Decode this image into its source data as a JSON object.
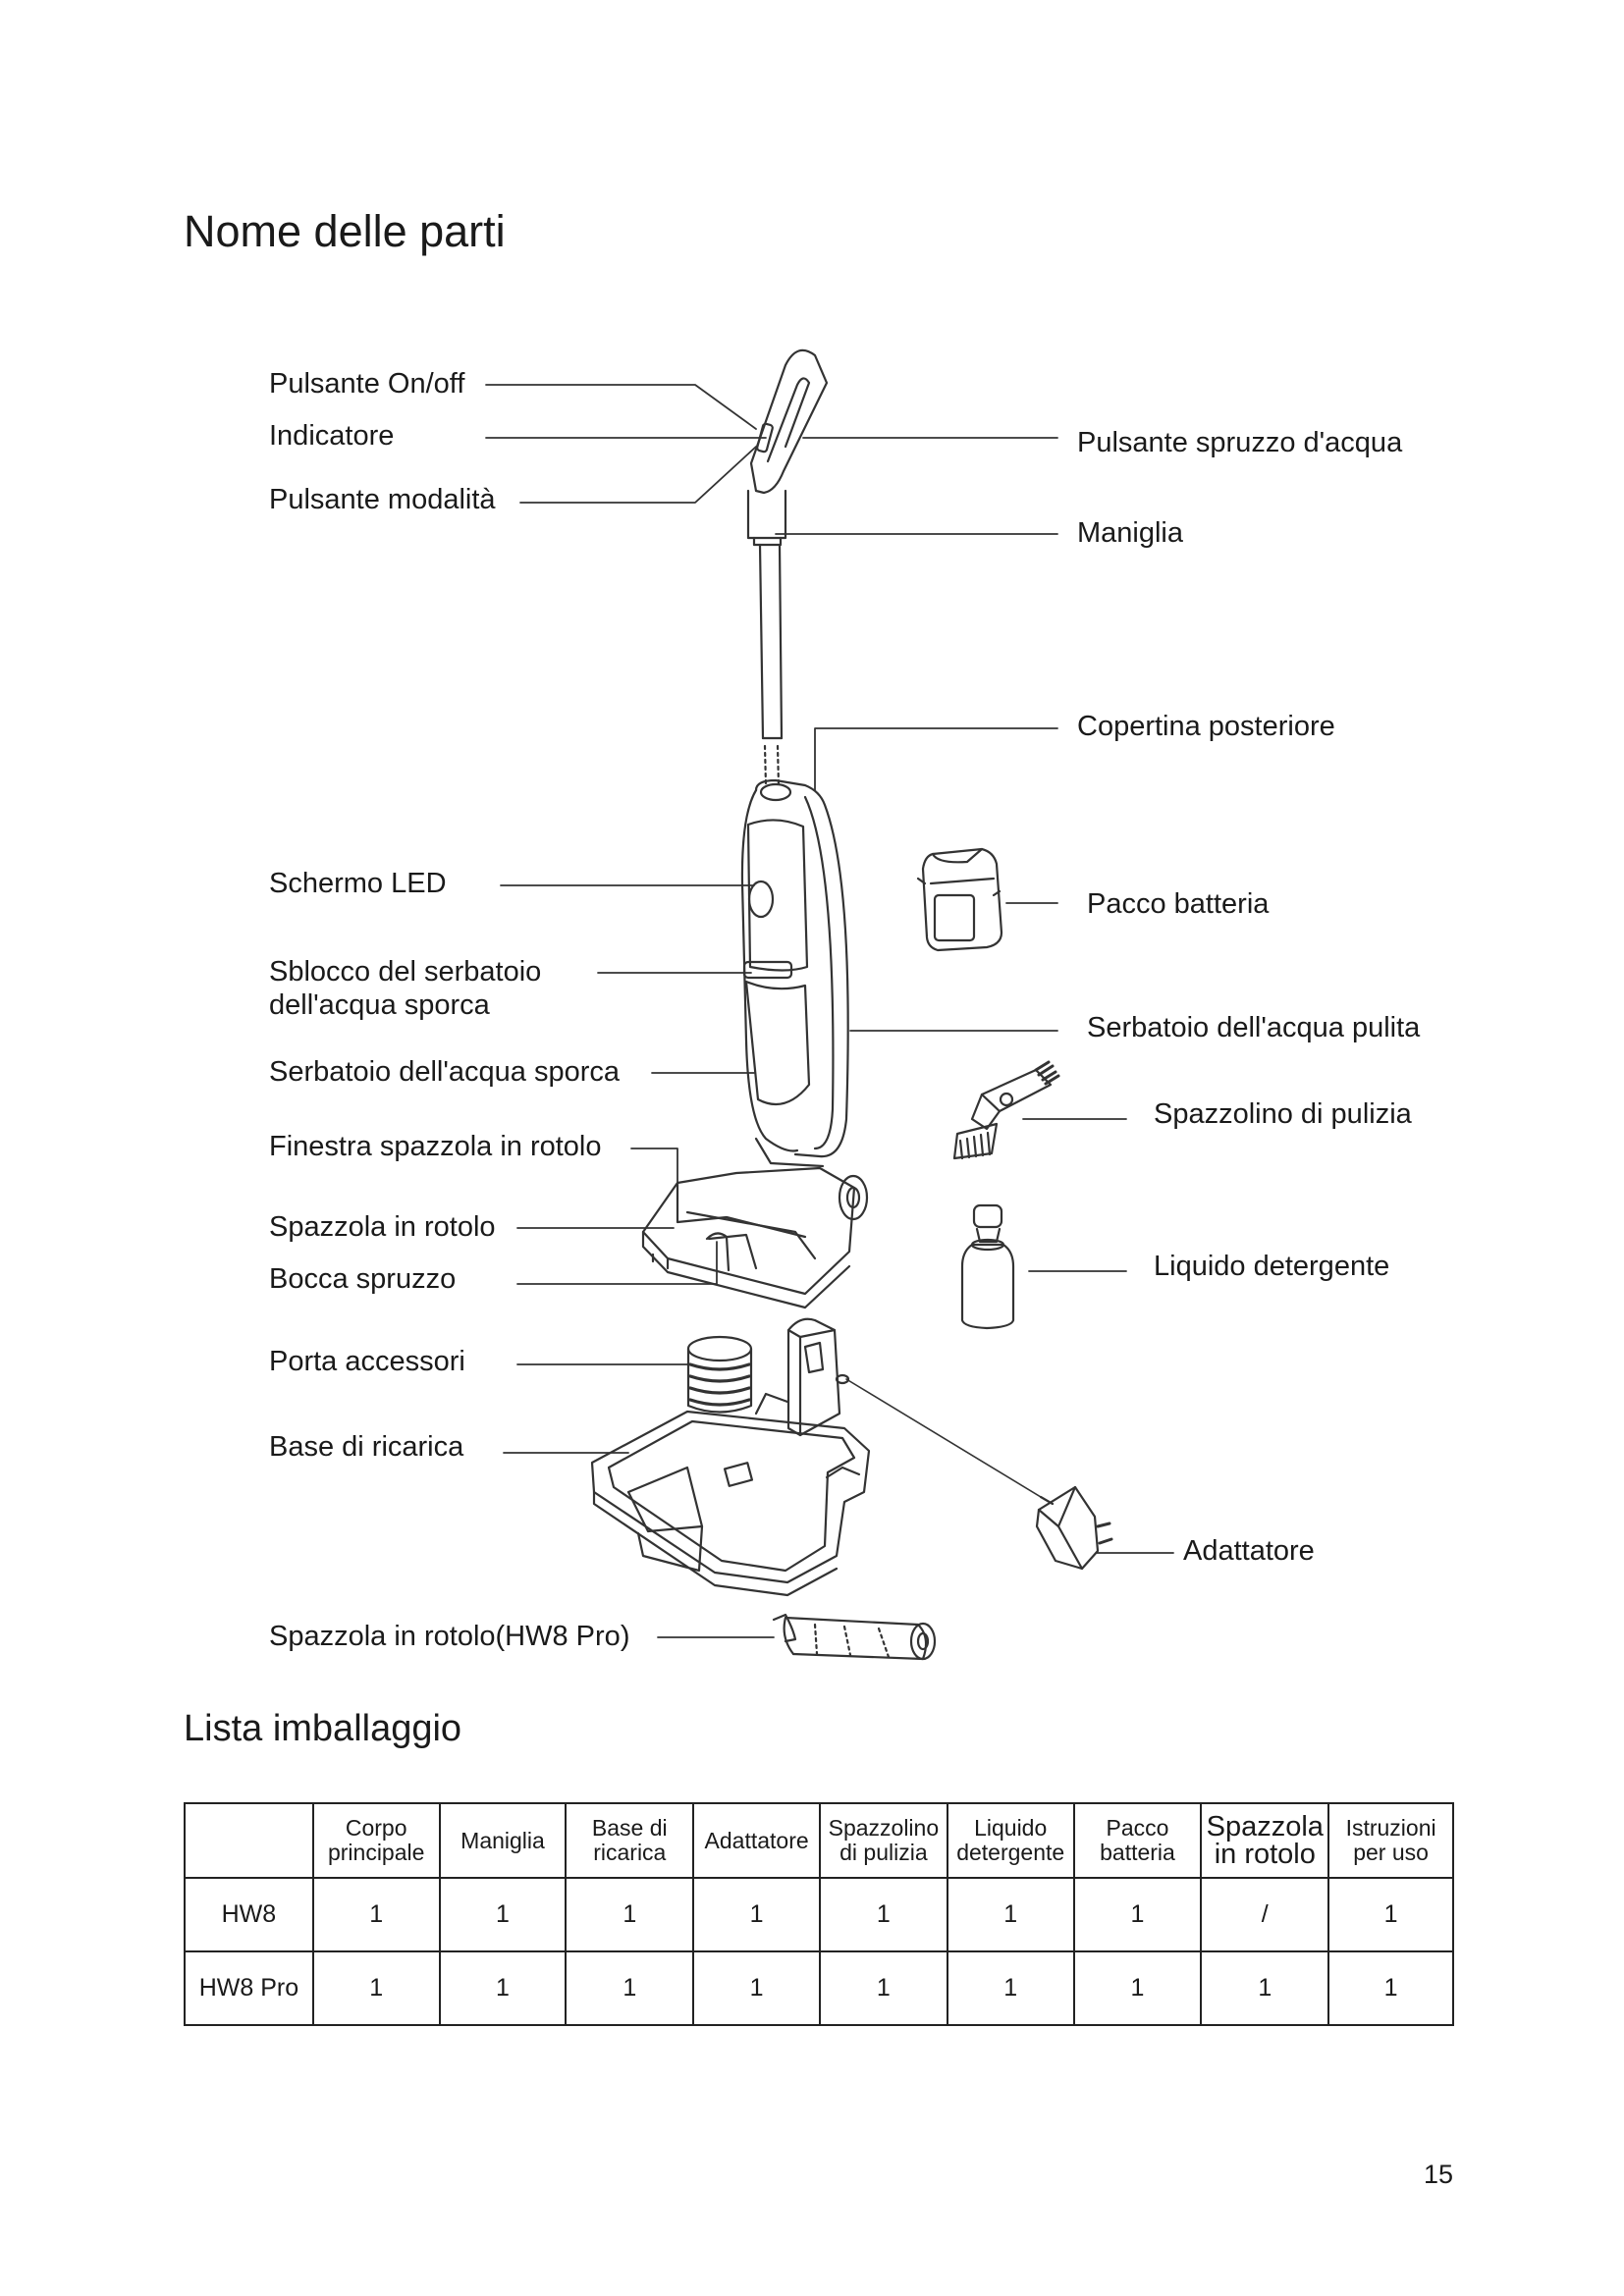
{
  "title": "Nome delle parti",
  "parts": {
    "pulsante_onoff": "Pulsante On/off",
    "indicatore": "Indicatore",
    "pulsante_modalita": "Pulsante modalità",
    "pulsante_spruzzo": "Pulsante spruzzo d'acqua",
    "maniglia": "Maniglia",
    "copertina_posteriore": "Copertina posteriore",
    "schermo_led": "Schermo LED",
    "pacco_batteria": "Pacco batteria",
    "sblocco_serbatoio": "Sblocco del serbatoio dell'acqua sporca",
    "serbatoio_pulita": "Serbatoio dell'acqua pulita",
    "serbatoio_sporca": "Serbatoio dell'acqua sporca",
    "spazzolino": "Spazzolino di pulizia",
    "finestra_spazzola": "Finestra spazzola in rotolo",
    "spazzola_rotolo": "Spazzola in rotolo",
    "liquido": "Liquido detergente",
    "bocca_spruzzo": "Bocca spruzzo",
    "porta_accessori": "Porta accessori",
    "base_ricarica": "Base di ricarica",
    "adattatore": "Adattatore",
    "spazzola_hw8pro": "Spazzola in rotolo(HW8 Pro)"
  },
  "packing": {
    "title": "Lista imballaggio",
    "headers": [
      "",
      "Corpo principale",
      "Maniglia",
      "Base di ricarica",
      "Adattatore",
      "Spazzolino di pulizia",
      "Liquido detergente",
      "Pacco batteria",
      "Spazzola in rotolo",
      "Istruzioni per uso"
    ],
    "rows": [
      {
        "model": "HW8",
        "cells": [
          "1",
          "1",
          "1",
          "1",
          "1",
          "1",
          "1",
          "/",
          "1"
        ]
      },
      {
        "model": "HW8 Pro",
        "cells": [
          "1",
          "1",
          "1",
          "1",
          "1",
          "1",
          "1",
          "1",
          "1"
        ]
      }
    ]
  },
  "page_number": "15"
}
